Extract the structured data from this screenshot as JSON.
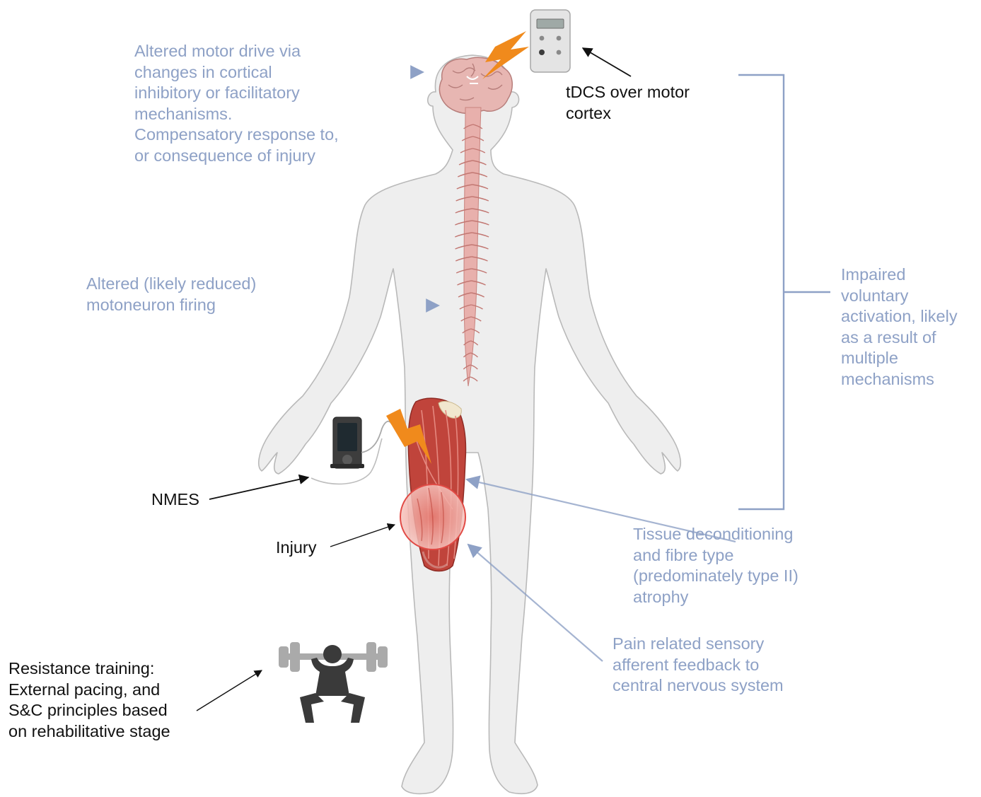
{
  "colors": {
    "annotation_blue": "#8ea1c6",
    "annotation_dark": "#111111",
    "body_fill": "#eeeeee",
    "body_outline": "#b9b9b9",
    "spine": "#e2aaa6",
    "muscle": "#c0443b",
    "lightning": "#f08a1c"
  },
  "icons": {
    "brain": "brain-icon",
    "tdcs_device": "tdcs-device-icon",
    "nmes_device": "nmes-device-icon",
    "lightning": "lightning-bolt-icon",
    "weightlifter": "weightlifter-squat-icon"
  },
  "labels": {
    "motor_drive": [
      "Altered motor drive via",
      "changes in cortical",
      "inhibitory or facilitatory",
      "mechanisms.",
      "Compensatory response to,",
      "or consequence of injury"
    ],
    "tdcs": [
      "tDCS over motor",
      "cortex"
    ],
    "motoneuron": [
      "Altered (likely reduced)",
      "motoneuron firing"
    ],
    "voluntary_activation": [
      "Impaired",
      "voluntary",
      "activation, likely",
      "as a result of",
      "multiple",
      "mechanisms"
    ],
    "nmes": [
      "NMES"
    ],
    "injury": [
      "Injury"
    ],
    "tissue": [
      "Tissue deconditioning",
      "and fibre type",
      "(predominately type II)",
      "atrophy"
    ],
    "pain": [
      "Pain related sensory",
      "afferent feedback to",
      "central nervous system"
    ],
    "resistance": [
      "Resistance training:",
      "External pacing, and",
      "S&C principles based",
      "on rehabilitative stage"
    ]
  }
}
